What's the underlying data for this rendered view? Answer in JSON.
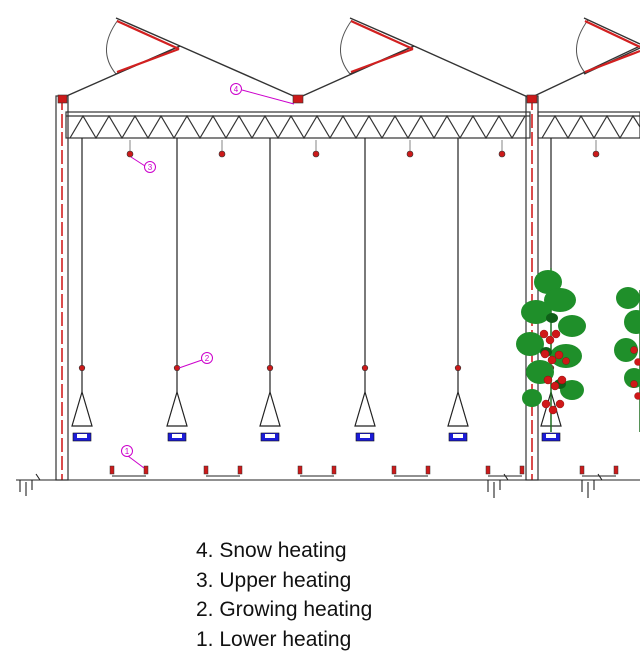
{
  "colors": {
    "steel": "#333333",
    "pipe_red": "#d22020",
    "callout_magenta": "#cc00cc",
    "tray_blue": "#1c1cd8",
    "plant_green": "#1f8f2a",
    "tomato_red": "#d01818"
  },
  "callouts": [
    {
      "number": "4",
      "meaning": "Snow heating"
    },
    {
      "number": "3",
      "meaning": "Upper heating"
    },
    {
      "number": "2",
      "meaning": "Growing heating"
    },
    {
      "number": "1",
      "meaning": "Lower heating"
    }
  ],
  "legend": {
    "items": [
      "4. Snow heating",
      "3. Upper heating",
      "2. Growing heating",
      "1. Lower heating"
    ]
  }
}
